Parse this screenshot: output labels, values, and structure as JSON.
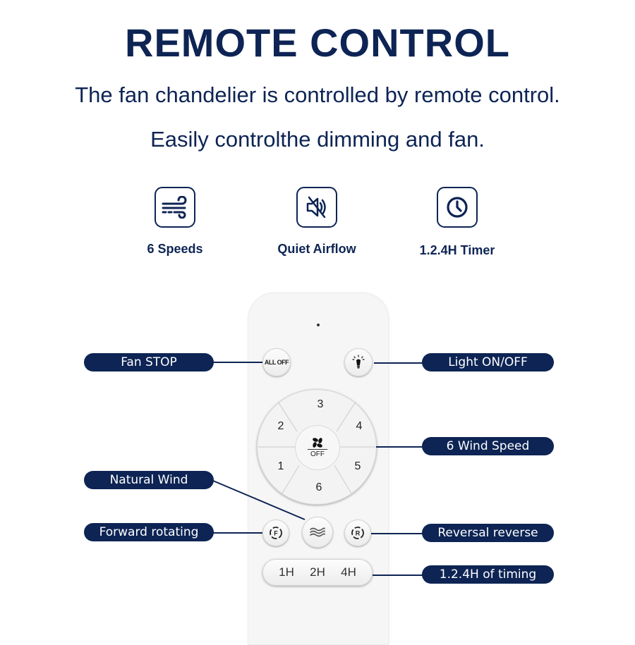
{
  "header": {
    "title": "REMOTE CONTROL",
    "subtitle_line1": "The fan chandelier is controlled by remote control.",
    "subtitle_line2": "Easily controlthe dimming and fan."
  },
  "features": [
    {
      "icon": "wind-icon",
      "label": "6 Speeds"
    },
    {
      "icon": "mute-speaker-icon",
      "label": "Quiet Airflow"
    },
    {
      "icon": "clock-icon",
      "label": "1.2.4H Timer"
    }
  ],
  "remote": {
    "all_off_label": "ALL OFF",
    "light_icon": "bulb-icon",
    "speed_numbers": [
      "1",
      "2",
      "3",
      "4",
      "5",
      "6"
    ],
    "center_icon": "fan-icon",
    "center_label": "OFF",
    "forward_label": "F",
    "natural_icon": "waves-icon",
    "reverse_label": "R",
    "timers": [
      "1H",
      "2H",
      "4H"
    ]
  },
  "callouts": {
    "fan_stop": "Fan STOP",
    "light_on_off": "Light ON/OFF",
    "wind_speed": "6 Wind Speed",
    "natural_wind": "Natural Wind",
    "forward_rotating": "Forward rotating",
    "reversal_reverse": "Reversal reverse",
    "timing": "1.2.4H of timing"
  },
  "colors": {
    "brand_navy": "#0d2454",
    "background": "#ffffff",
    "remote_body": "#f6f6f6"
  }
}
